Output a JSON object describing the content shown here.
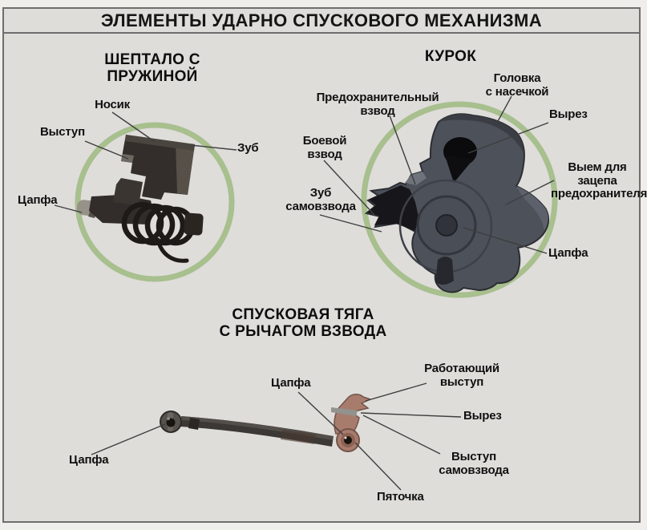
{
  "title": "ЭЛЕМЕНТЫ УДАРНО СПУСКОВОГО МЕХАНИЗМА",
  "colors": {
    "background": "#deddda",
    "outer_margin": "#efeeeb",
    "frame_border": "#6e6e6e",
    "highlight_circle_green": "#a8bf8e",
    "label_text": "#101010",
    "hammer_metal": "#4d515a",
    "sear_metal": "#332e2b",
    "lever_metal": "#a87c6d"
  },
  "sections": {
    "sear": {
      "title": "ШЕПТАЛО С\nПРУЖИНОЙ",
      "labels": {
        "nosik": "Носик",
        "vystup": "Выступ",
        "zub": "Зуб",
        "tsapfa": "Цапфа"
      }
    },
    "hammer": {
      "title": "КУРОК",
      "labels": {
        "predohranitelnyy_vzvod": "Предохранительный\nвзвод",
        "golovka": "Головка\nс насечкой",
        "vyrez": "Вырез",
        "boevoy_vzvod": "Боевой\nвзвод",
        "vyem": "Выем для\nзацепа\nпредохранителя",
        "zub_samovzvoda": "Зуб\nсамовзвода",
        "tsapfa": "Цапфа"
      }
    },
    "rod": {
      "title": "СПУСКОВАЯ ТЯГА\nС РЫЧАГОМ ВЗВОДА",
      "labels": {
        "tsapfa_verkh": "Цапфа",
        "tsapfa_levaya": "Цапфа",
        "rabotayushchiy_vystup": "Работающий\nвыступ",
        "vyrez": "Вырез",
        "vystup_samovzvoda": "Выступ\nсамовзвода",
        "pyatochka": "Пяточка"
      }
    }
  }
}
